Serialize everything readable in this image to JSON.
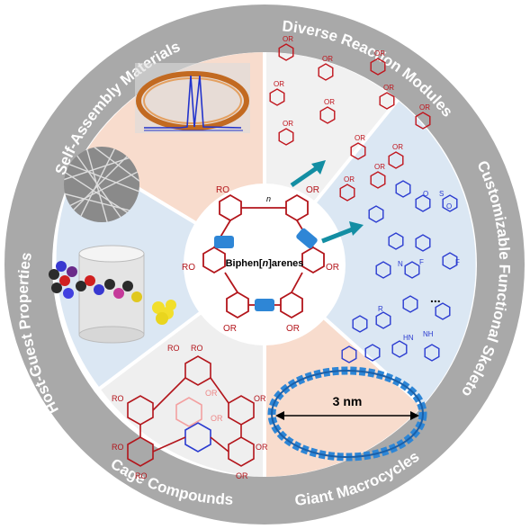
{
  "center": {
    "title_prefix": "Biphen[",
    "title_n": "n",
    "title_suffix": "]arenes",
    "subscript_n": "n",
    "substituent": "RO",
    "substituent_or": "OR"
  },
  "sectors": {
    "top_right": "Diverse Reaction Modules",
    "right": "Customizable Functional Skeletons",
    "bottom_right": "Giant Macrocycles",
    "bottom_left": "Cage Compounds",
    "left": "Host-Guest Properties",
    "top_left": "Self-Assembly Materials"
  },
  "labels": {
    "giant_size": "3 nm",
    "ellipsis": "...",
    "ro": "RO",
    "or": "OR",
    "nh": "NH",
    "hn": "HN",
    "f": "F",
    "r": "R",
    "n": "N",
    "s": "S",
    "o": "O"
  },
  "colors": {
    "ring": "#a7a7a7",
    "peach": "#f8dccd",
    "grey_panel": "#efefef",
    "blue_panel": "#dbe7f3",
    "red_chem": "#c0141c",
    "blue_chem": "#2a3bd0",
    "arrow": "#138ea3",
    "macro_blue": "#2e86d6"
  }
}
